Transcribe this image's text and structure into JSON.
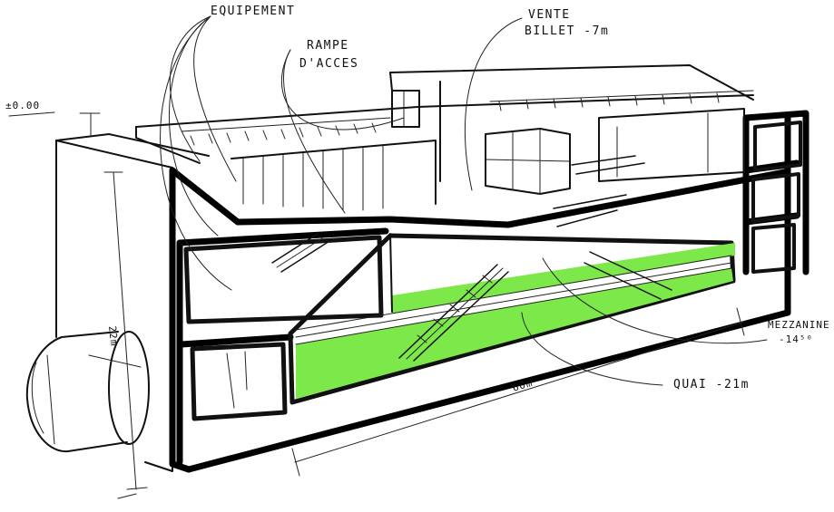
{
  "labels": {
    "equipement": "EQUIPEMENT",
    "rampe_1": "RAMPE",
    "rampe_2": "D'ACCES",
    "vente_1": "VENTE",
    "vente_2": "BILLET -7m",
    "level_zero": "±0.00",
    "height": "22m",
    "length": "60m",
    "mezzanine_1": "MEZZANINE",
    "mezzanine_2": "-14⁵⁰",
    "quai": "QUAI -21m"
  },
  "colors": {
    "ink": "#111111",
    "platform_green": "#7de84a",
    "wall_fill": "#ffffff",
    "concrete_dots": "#444444"
  }
}
